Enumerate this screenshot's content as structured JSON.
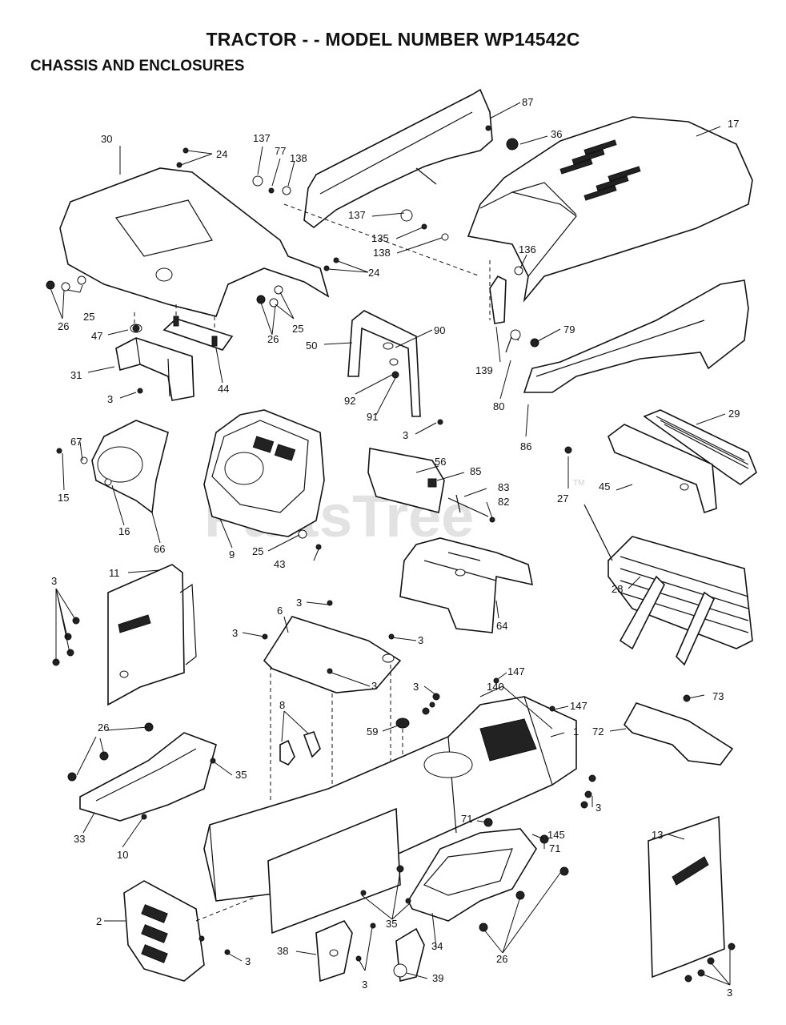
{
  "header": {
    "title": "TRACTOR - - MODEL NUMBER WP14542C",
    "section": "CHASSIS AND ENCLOSURES"
  },
  "watermark": {
    "text": "PartsTree",
    "tm": "TM"
  },
  "callouts": {
    "c87": "87",
    "c36": "36",
    "c17": "17",
    "c137a": "137",
    "c77": "77",
    "c138a": "138",
    "c30": "30",
    "c24a": "24",
    "c24b": "24",
    "c137b": "137",
    "c135": "135",
    "c138b": "138",
    "c136": "136",
    "c25a": "25",
    "c25b": "25",
    "c26a": "26",
    "c26b": "26",
    "c47": "47",
    "c44": "44",
    "c31": "31",
    "c3a": "3",
    "c50": "50",
    "c90": "90",
    "c92": "92",
    "c91": "91",
    "c3b": "3",
    "c139": "139",
    "c79": "79",
    "c80": "80",
    "c86": "86",
    "c29": "29",
    "c67": "67",
    "c15": "15",
    "c16": "16",
    "c66": "66",
    "c9": "9",
    "c25c": "25",
    "c43": "43",
    "c56": "56",
    "c85": "85",
    "c83": "83",
    "c82": "82",
    "c27": "27",
    "c45": "45",
    "c64": "64",
    "c28": "28",
    "c11": "11",
    "c3c": "3",
    "c6": "6",
    "c3d": "3",
    "c3e": "3",
    "c3f": "3",
    "c3g": "3",
    "c147a": "147",
    "c140": "140",
    "c3h": "3",
    "c147b": "147",
    "c1": "1",
    "c73": "73",
    "c72": "72",
    "c26c": "26",
    "c8": "8",
    "c59": "59",
    "c35a": "35",
    "c3i": "3",
    "c71a": "71",
    "c145": "145",
    "c71b": "71",
    "c33": "33",
    "c10": "10",
    "c13": "13",
    "c2": "2",
    "c3j": "3",
    "c35b": "35",
    "c38": "38",
    "c3k": "3",
    "c34": "34",
    "c26d": "26",
    "c39": "39",
    "c3l": "3"
  }
}
